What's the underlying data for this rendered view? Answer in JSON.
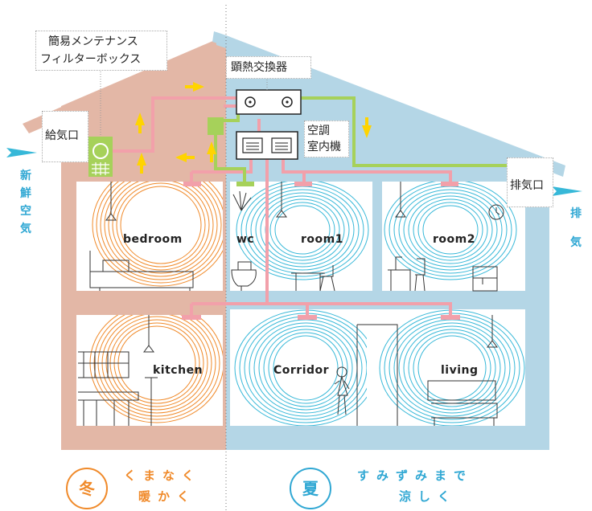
{
  "labels": {
    "filter_box_line1": "簡易メンテナンス",
    "filter_box_line2": "フィルターボックス",
    "heat_exchanger": "顕熱交換器",
    "indoor_unit_line1": "空調",
    "indoor_unit_line2": "室内機",
    "supply_port": "給気口",
    "exhaust_port": "排気口",
    "fresh_air": "新鮮空気",
    "exhaust": "排気"
  },
  "rooms": {
    "bedroom": "bedroom",
    "wc": "wc",
    "room1": "room1",
    "room2": "room2",
    "kitchen": "kitchen",
    "corridor": "Corridor",
    "living": "living"
  },
  "winter": {
    "badge": "冬",
    "line1": "くまなく",
    "line2": "暖かく"
  },
  "summer": {
    "badge": "夏",
    "line1": "すみずみまで",
    "line2": "涼しく"
  },
  "colors": {
    "winter_wall": "#e3b7a6",
    "summer_wall": "#b4d6e6",
    "warm_air": "#f08a2a",
    "cool_air": "#37b8d8",
    "supply_duct": "#f2a0aa",
    "exhaust_duct": "#a6d15a",
    "airflow_arrow": "#ffd400",
    "accent_text_winter": "#f08a2a",
    "accent_text_summer": "#2fa7d3"
  }
}
